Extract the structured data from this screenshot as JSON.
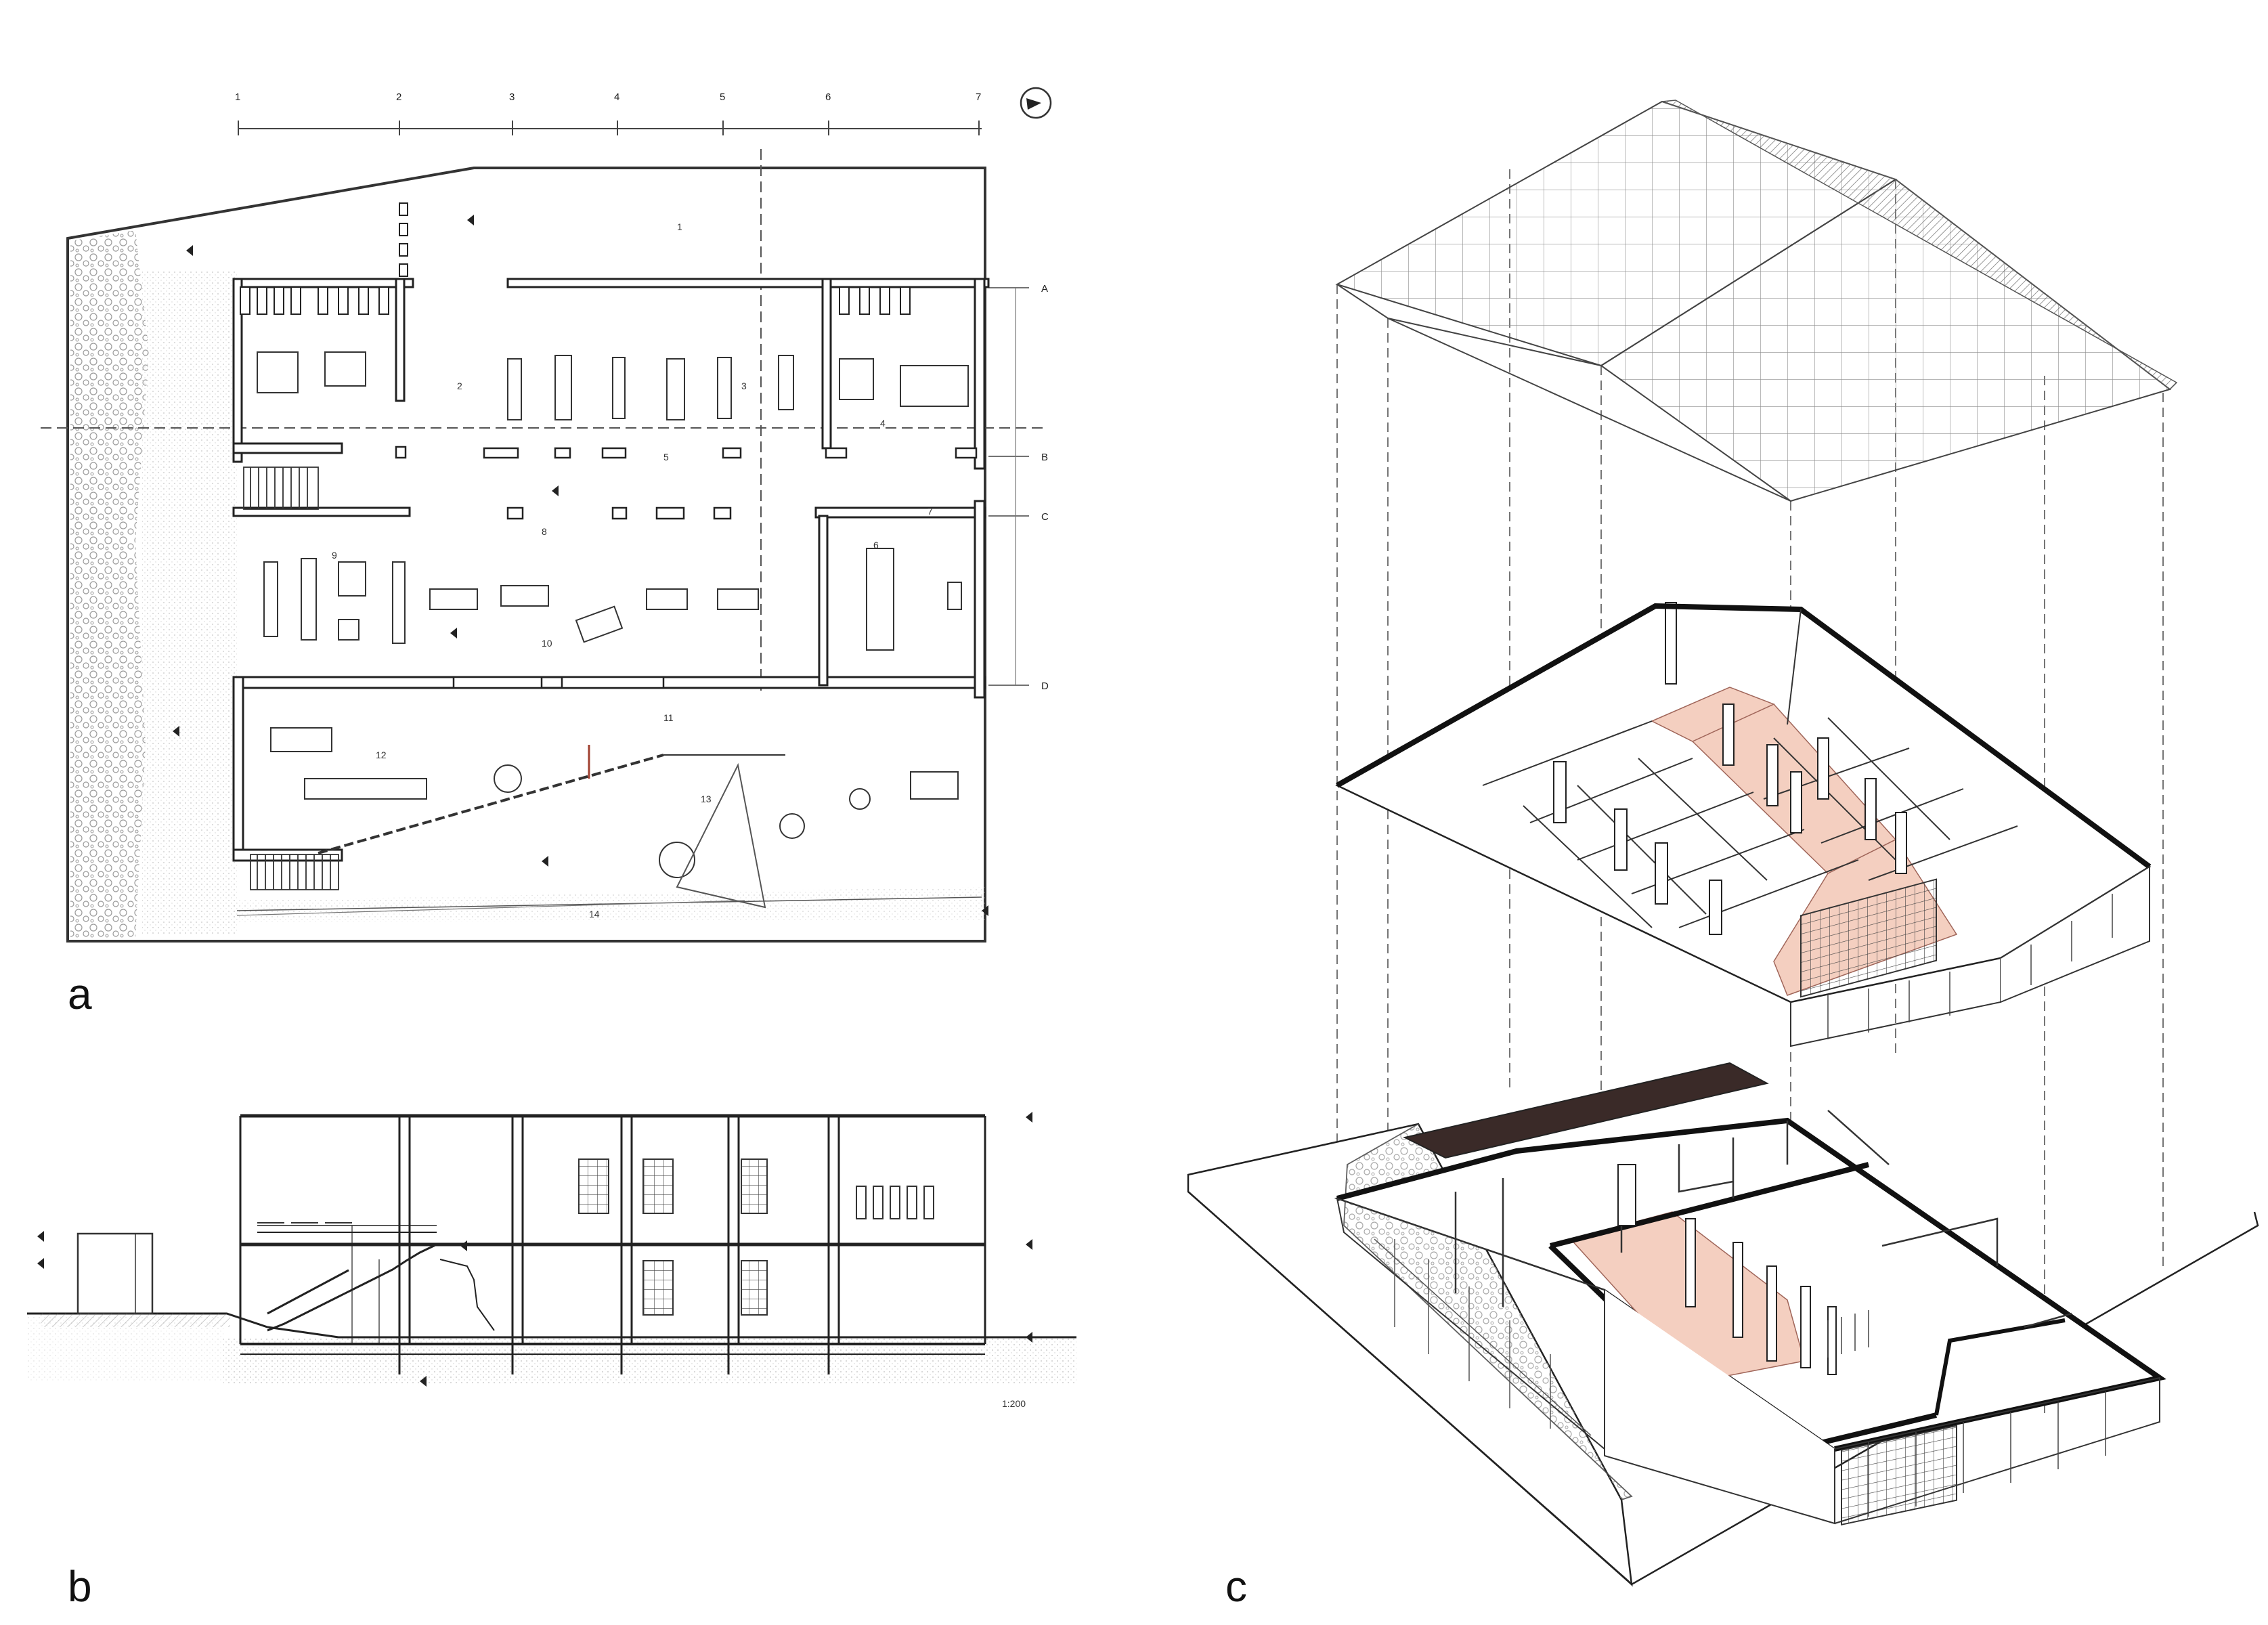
{
  "panels": [
    {
      "label": "a"
    },
    {
      "label": "b"
    },
    {
      "label": "c"
    }
  ],
  "plan": {
    "column_axes": [
      "1",
      "2",
      "3",
      "4",
      "5",
      "6",
      "7"
    ],
    "row_axes": [
      "A",
      "B",
      "C",
      "D"
    ],
    "room_numbers": [
      "1",
      "2",
      "3",
      "4",
      "5",
      "6",
      "7",
      "8",
      "9",
      "10",
      "11",
      "12",
      "13",
      "14"
    ]
  },
  "section": {
    "scale": "1:200"
  },
  "colors": {
    "line": "#2b2b2b",
    "highlight_floor": "#f4cfc0",
    "dark_canopy": "#3a2a28",
    "hatch": "#9a9a9a"
  },
  "icons": [
    "north-arrow-icon",
    "level-marker-icon"
  ]
}
